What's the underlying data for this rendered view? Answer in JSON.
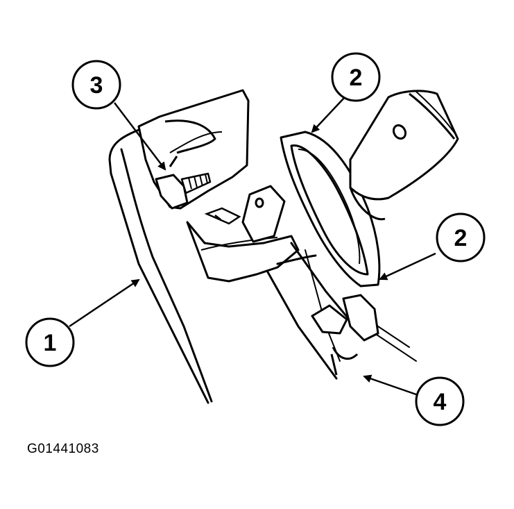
{
  "figure_id": "G01441083",
  "callouts": [
    {
      "id": "1",
      "label": "1"
    },
    {
      "id": "2a",
      "label": "2"
    },
    {
      "id": "2b",
      "label": "2"
    },
    {
      "id": "3",
      "label": "3"
    },
    {
      "id": "4",
      "label": "4"
    }
  ],
  "colors": {
    "line": "#000000",
    "background": "#ffffff"
  }
}
